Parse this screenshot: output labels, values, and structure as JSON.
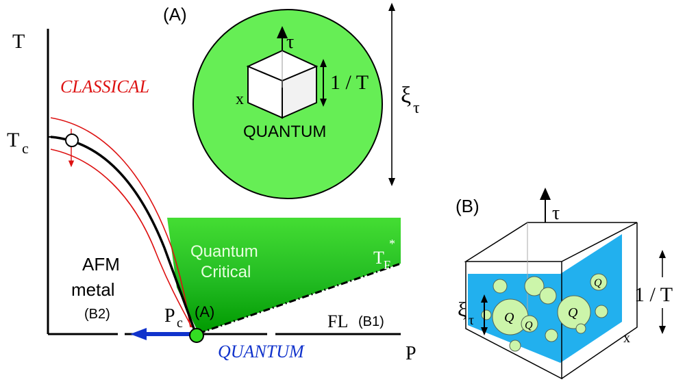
{
  "panel_a": {
    "label": "(A)",
    "axis_tau": "τ",
    "axis_x": "x",
    "inverse_temp": "1 / T",
    "correlation_time": "ξ",
    "correlation_time_sub": "τ",
    "regime": "QUANTUM",
    "fill_color": "#66ee55"
  },
  "phase_diagram": {
    "y_axis": "T",
    "x_axis": "P",
    "tc_label": "T",
    "tc_sub": "c",
    "classical_label": "CLASSICAL",
    "quantum_label": "QUANTUM",
    "ordered_phase_line1": "AFM",
    "ordered_phase_line2": "metal",
    "ordered_tag": "(B2)",
    "pc_label": "P",
    "pc_sub": "c",
    "critical_point_tag": "(A)",
    "fermi_liquid_label": "FL",
    "fermi_liquid_tag": "(B1)",
    "quantum_critical_line1": "Quantum",
    "quantum_critical_line2": "Critical",
    "crossover_label": "T",
    "crossover_sub": "F",
    "crossover_sup": "*",
    "classical_color": "#dd1111",
    "quantum_color": "#1133cc",
    "qc_color_light": "#33dd22",
    "qc_color_dark": "#009900"
  },
  "panel_b": {
    "label": "(B)",
    "axis_tau": "τ",
    "axis_x": "x",
    "inverse_temp": "1 / T",
    "correlation_time": "ξ",
    "correlation_time_sub": "τ",
    "droplet_label": "Q",
    "slab_color": "#22b0ee",
    "droplet_color": "#ccf5aa"
  }
}
